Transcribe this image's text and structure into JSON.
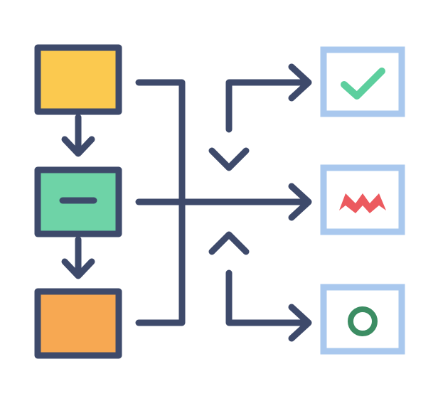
{
  "diagram": {
    "type": "flowchart-icon",
    "colors": {
      "outline": "#3e4a6b",
      "box_yellow": "#fbc94f",
      "box_green": "#6ed3a7",
      "box_orange": "#f7a852",
      "result_border": "#a9c8ee",
      "result_fill": "#ffffff",
      "check_color": "#5dcf9e",
      "mark_red": "#ec5a5f",
      "ring_green": "#3c8d63"
    },
    "left_boxes": [
      {
        "name": "yellow-box",
        "color": "#fbc94f",
        "icon": "none"
      },
      {
        "name": "green-box",
        "color": "#6ed3a7",
        "icon": "minus-icon"
      },
      {
        "name": "orange-box",
        "color": "#f7a852",
        "icon": "none"
      }
    ],
    "result_boxes": [
      {
        "name": "result-box-check",
        "icon": "checkmark-icon"
      },
      {
        "name": "result-box-mark",
        "icon": "red-zigzag-icon"
      },
      {
        "name": "result-box-ring",
        "icon": "ring-icon"
      }
    ]
  }
}
